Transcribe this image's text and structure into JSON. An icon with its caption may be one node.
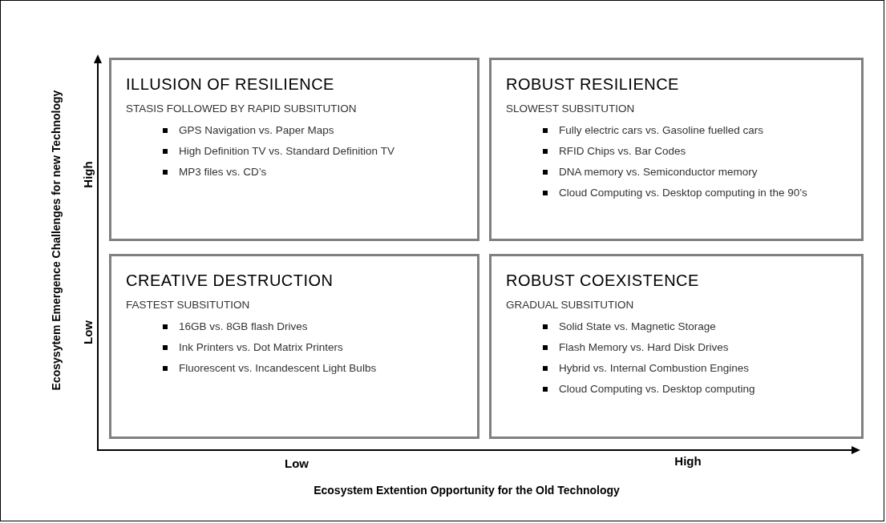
{
  "diagram": {
    "nodes": [
      {
        "text": [
          "ILLUSION OF RESILIENCE",
          "STASIS FOLLOWED BY RAPID SUBSITUTION",
          "GPS Navigation vs. Paper Maps",
          "High Definition TV vs. Standard Definition TV",
          "MP3 files vs. CD’s"
        ]
      },
      {
        "text": [
          "ROBUST RESILIENCE",
          "SLOWEST SUBSITUTION",
          "Fully electric cars vs. Gasoline fuelled cars",
          "RFID Chips vs. Bar Codes",
          "DNA memory vs. Semiconductor memory",
          "Cloud Computing vs. Desktop computing in the 90’s"
        ]
      },
      {
        "text": [
          "CREATIVE DESTRUCTION",
          "FASTEST SUBSITUTION",
          "16GB vs. 8GB flash Drives",
          "Ink Printers vs. Dot Matrix Printers",
          "Fluorescent vs. Incandescent Light Bulbs"
        ]
      },
      {
        "text": [
          "ROBUST COEXISTENCE",
          "GRADUAL SUBSITUTION",
          "Solid State vs. Magnetic Storage",
          "Flash Memory vs. Hard Disk Drives",
          "Hybrid vs. Internal Combustion Engines",
          "Cloud Computing vs. Desktop computing"
        ]
      }
    ],
    "labels": [
      "Ecosysytem Emergence Challenges for new Technology",
      "High",
      "Low",
      "Low",
      "High",
      "Ecosystem Extention Opportunity for the Old Technology"
    ]
  }
}
